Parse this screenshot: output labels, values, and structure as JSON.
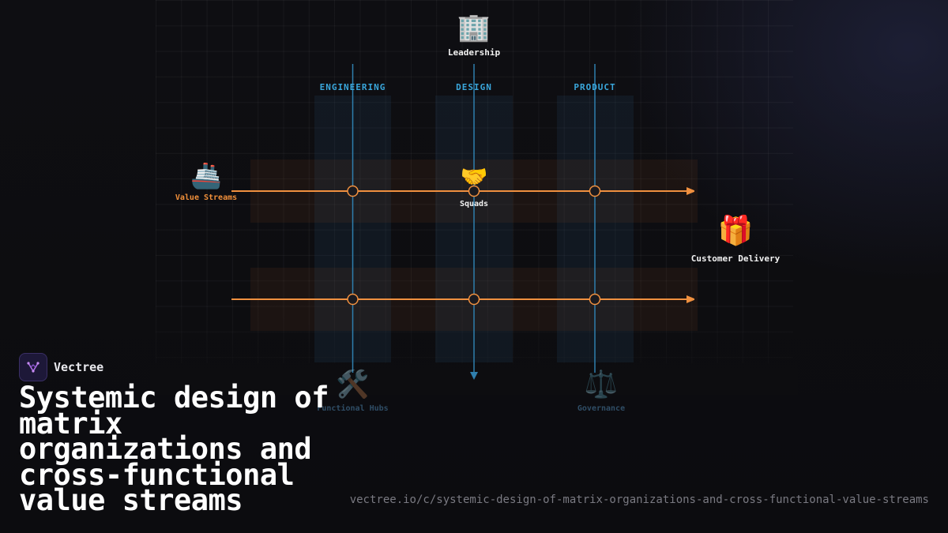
{
  "brand": {
    "name": "Vectree"
  },
  "title": "Systemic design of matrix organizations and cross-functional value streams",
  "url": "vectree.io/c/systemic-design-of-matrix-organizations-and-cross-functional-value-streams",
  "diagram": {
    "top_node": {
      "icon": "🏢",
      "icon_name": "office-building-icon",
      "label": "Leadership"
    },
    "columns": [
      "ENGINEERING",
      "DESIGN",
      "PRODUCT"
    ],
    "value_streams": {
      "icon": "🚢",
      "icon_name": "ship-icon",
      "label": "Value Streams"
    },
    "squads": {
      "icon": "🤝",
      "icon_name": "handshake-icon",
      "label": "Squads"
    },
    "customer_delivery": {
      "icon": "🎁",
      "icon_name": "gift-icon",
      "label": "Customer Delivery"
    },
    "functional_hubs": {
      "icon": "🛠️",
      "icon_name": "tools-icon",
      "label": "Functional Hubs"
    },
    "governance": {
      "icon": "⚖️",
      "icon_name": "scales-icon",
      "label": "Governance"
    }
  },
  "colors": {
    "column_line": "#2f7fae",
    "column_label": "#3aa7dc",
    "stream_line": "#f0903f",
    "node_fill": "#1a1a1f"
  }
}
